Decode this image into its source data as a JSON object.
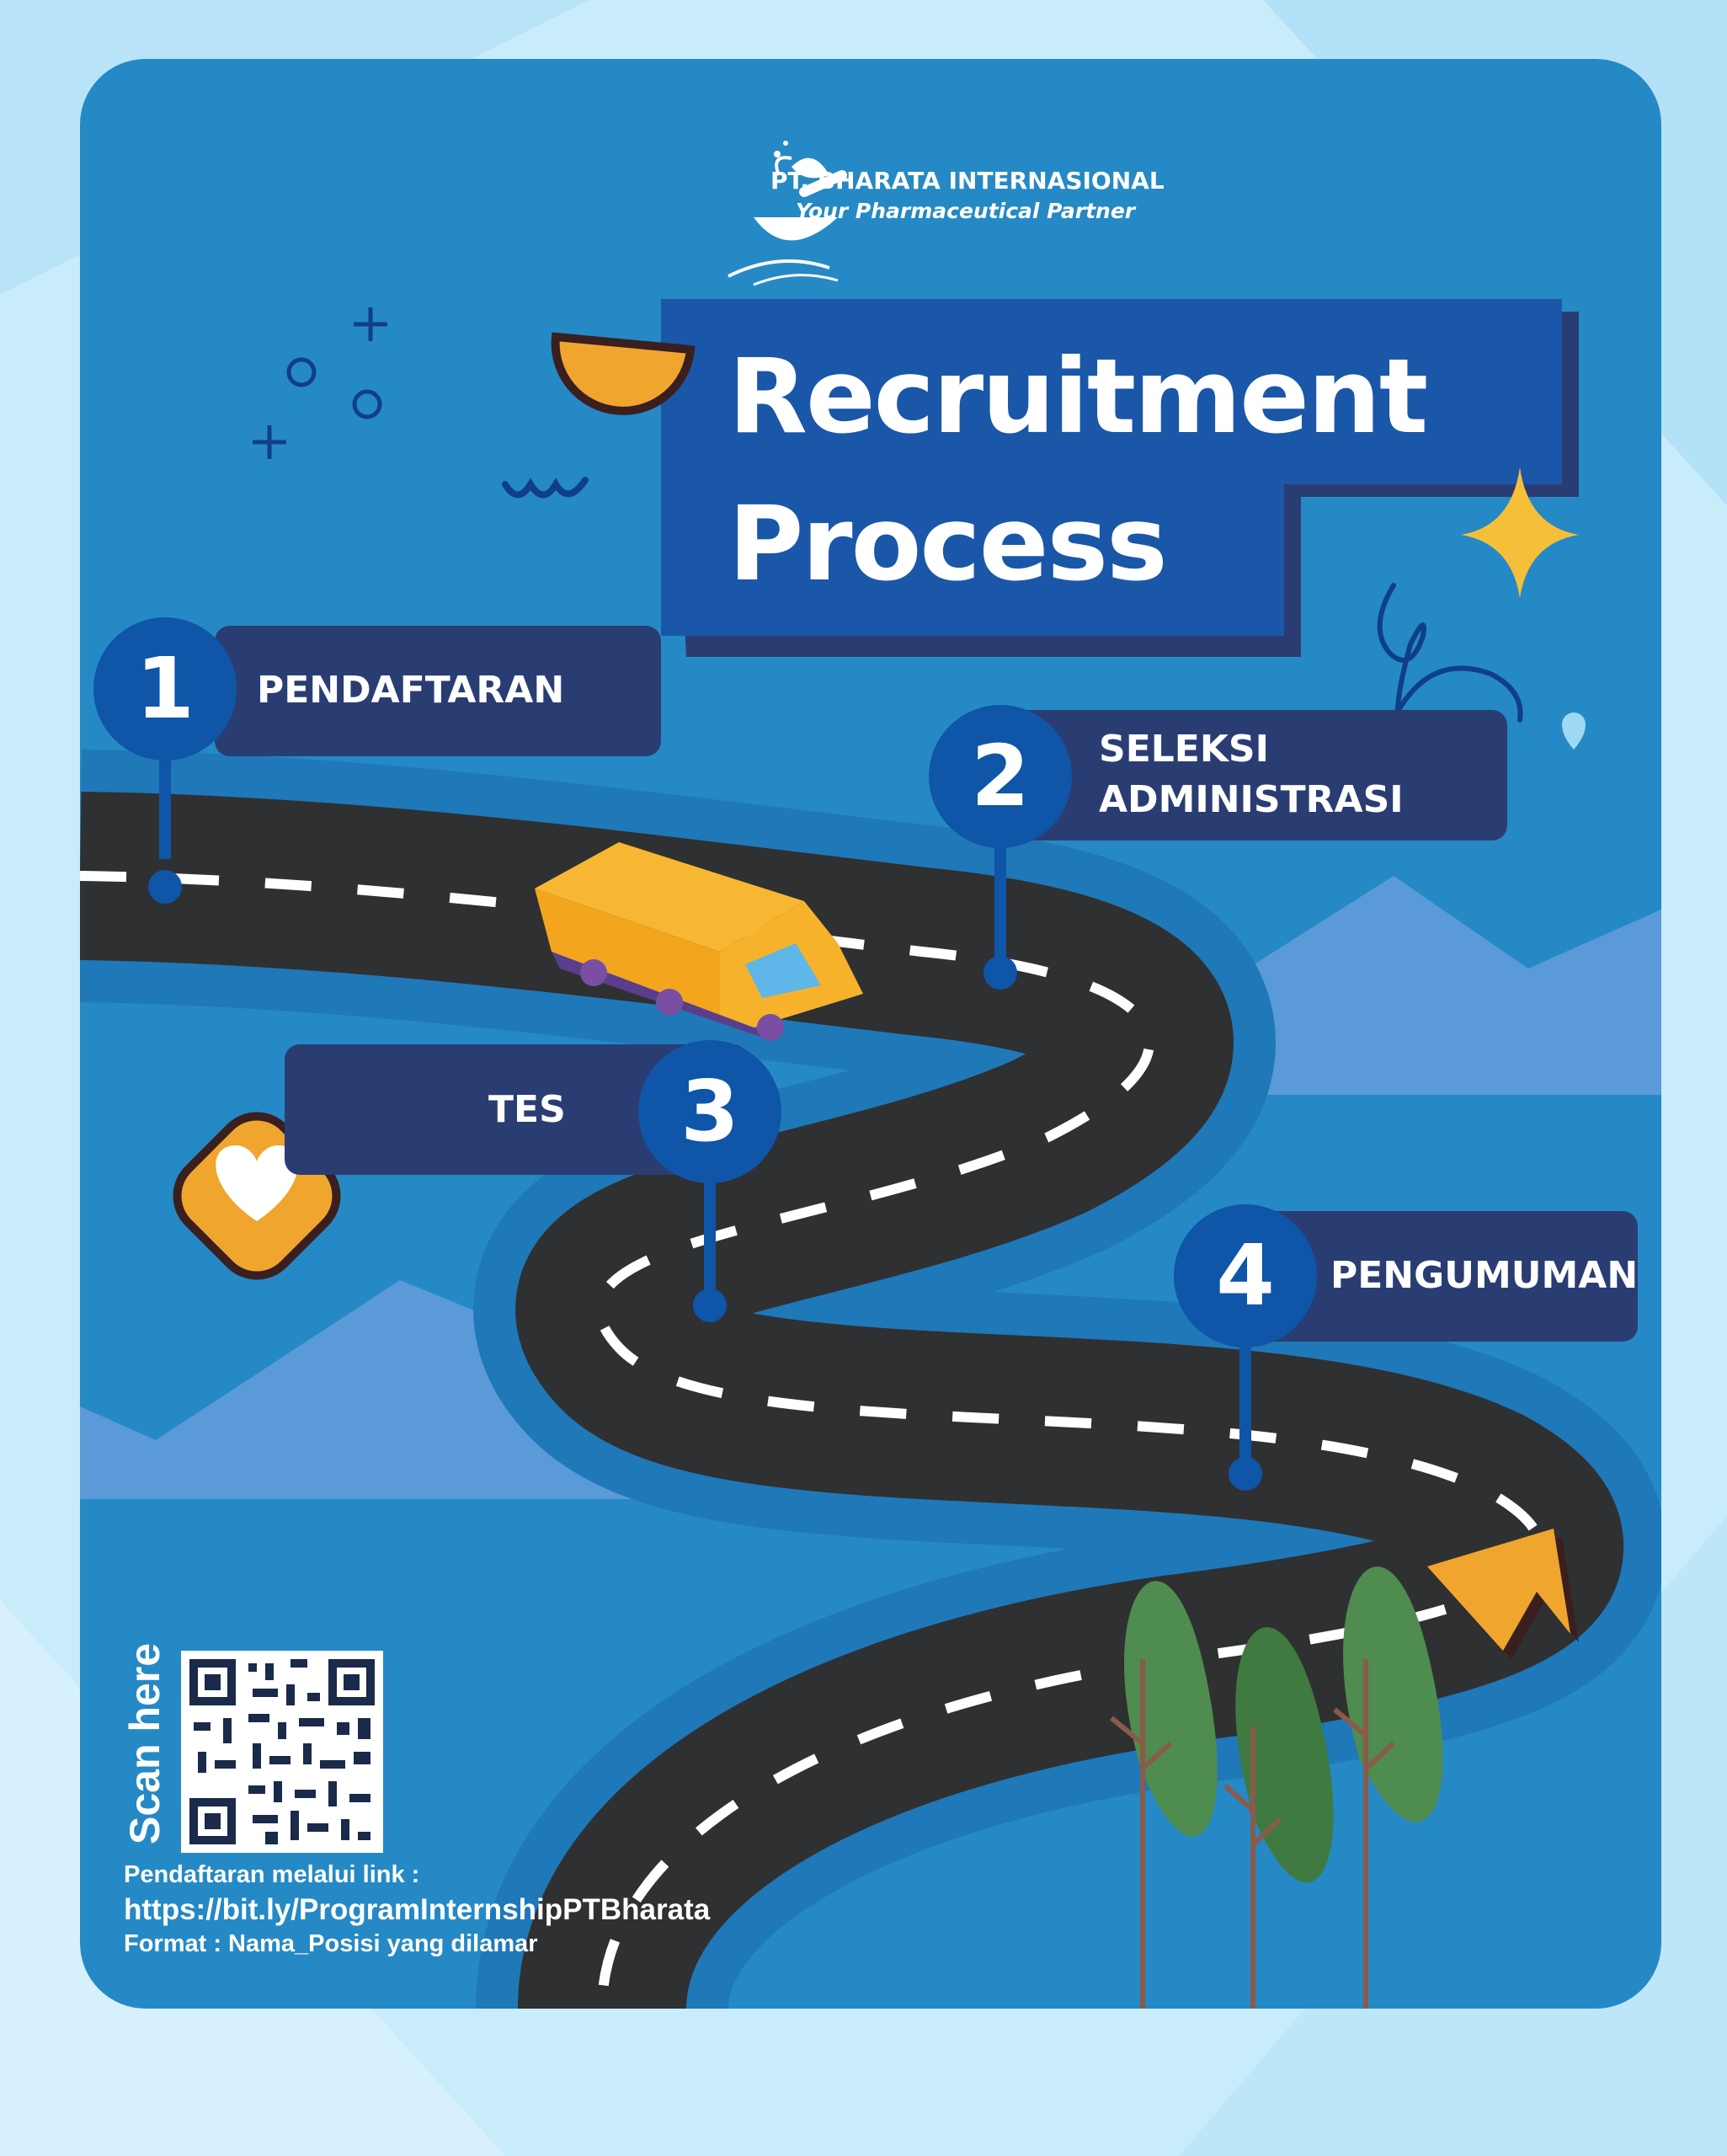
{
  "company": {
    "name": "PT. BHARATA INTERNASIONAL",
    "tagline": "Your Pharmaceutical Partner"
  },
  "title": {
    "line1": "Recruitment",
    "line2": "Process"
  },
  "steps": [
    {
      "number": "1",
      "label": "PENDAFTARAN"
    },
    {
      "number": "2",
      "label_line1": "SELEKSI",
      "label_line2": "ADMINISTRASI"
    },
    {
      "number": "3",
      "label": "TES"
    },
    {
      "number": "4",
      "label": "PENGUMUMAN"
    }
  ],
  "qr": {
    "caption": "Scan here"
  },
  "registration": {
    "intro": "Pendaftaran melalui link :",
    "link": "https://bit.ly/ProgramInternshipPTBharata",
    "format": "Format : Nama_Posisi yang dilamar"
  },
  "colors": {
    "card_bg": "#2589c5",
    "panel": "#2a3d73",
    "circle": "#0f55a8",
    "title_box": "#1a57a9",
    "road": "#2f3032",
    "accent_orange": "#f0a52e",
    "mountain": "#5a9ad9",
    "tree": "#4f8c4f"
  }
}
